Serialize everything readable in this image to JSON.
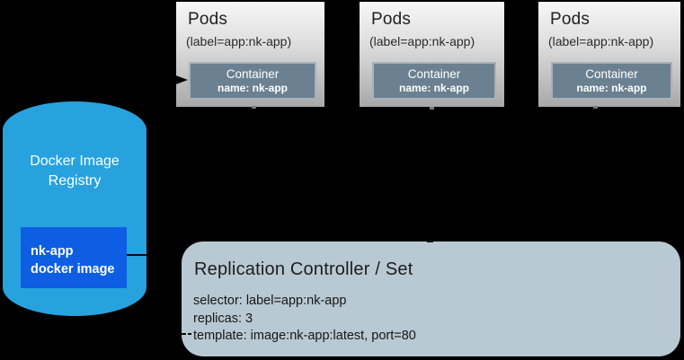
{
  "pods": [
    {
      "title": "Pods",
      "label": "(label=app:nk-app)",
      "container": {
        "title": "Container",
        "name": "name: nk-app"
      }
    },
    {
      "title": "Pods",
      "label": "(label=app:nk-app)",
      "container": {
        "title": "Container",
        "name": "name: nk-app"
      }
    },
    {
      "title": "Pods",
      "label": "(label=app:nk-app)",
      "container": {
        "title": "Container",
        "name": "name: nk-app"
      }
    }
  ],
  "registry": {
    "title": "Docker Image Registry",
    "image_label": "nk-app docker image"
  },
  "controller": {
    "title": "Replication Controller / Set",
    "lines": [
      "selector: label=app:nk-app",
      "replicas: 3",
      "template: image:nk-app:latest, port=80"
    ]
  },
  "colors": {
    "registry_cylinder": "#27A2DF",
    "docker_image_box": "#0E5EE4",
    "controller_box": "#B9C9D3",
    "container_box": "#6B8191",
    "container_border": "#A8B2BA",
    "pod_gradient_top": "#F7F7F7",
    "pod_gradient_bottom": "#A8A8A8",
    "background": "#000000",
    "text_dark": "#1F1F1F",
    "text_light": "#FFFFFF"
  }
}
